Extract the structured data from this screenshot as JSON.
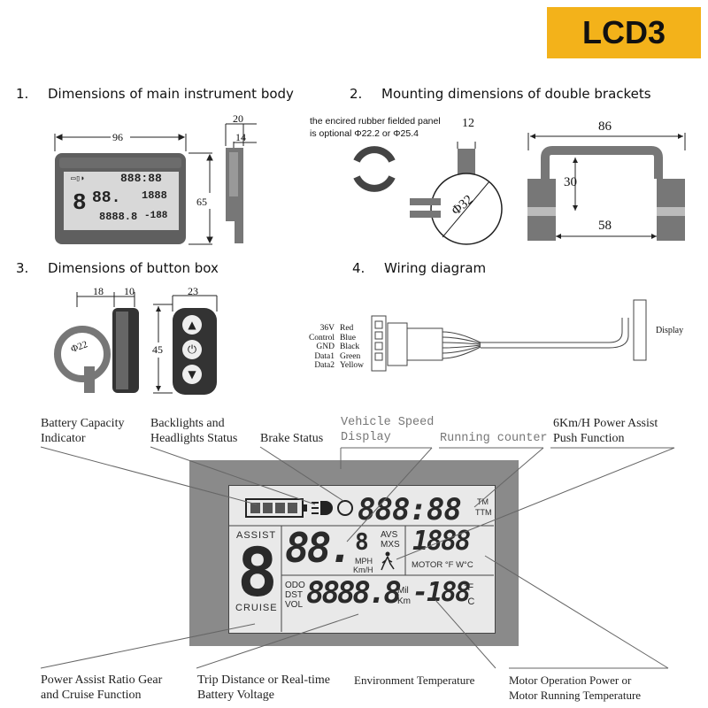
{
  "badge": "LCD3",
  "sections": [
    {
      "num": "1.",
      "title": "Dimensions of main instrument body"
    },
    {
      "num": "2.",
      "title": "Mounting dimensions of double brackets"
    },
    {
      "num": "3.",
      "title": "Dimensions of button box"
    },
    {
      "num": "4.",
      "title": "Wiring diagram"
    }
  ],
  "body_dims": {
    "width": "96",
    "height": "65",
    "depth": "20",
    "depth_inner": "14"
  },
  "bracket": {
    "note_line1": "the encired rubber fielded panel",
    "note_line2": "is optional Φ22.2 or Φ25.4",
    "clamp_width": "12",
    "clamp_dia": "Φ32",
    "top_width": "86",
    "height": "30",
    "bottom_width": "58"
  },
  "button_box": {
    "clamp_width": "18",
    "box_depth": "10",
    "clamp_dia": "Φ22",
    "face_width": "23",
    "height": "45"
  },
  "wiring": {
    "signals": [
      "36V",
      "Control",
      "GND",
      "Data1",
      "Data2"
    ],
    "colors": [
      "Red",
      "Blue",
      "Black",
      "Green",
      "Yellow"
    ],
    "display_label": "Display"
  },
  "lcd": {
    "icons": [
      "battery-indicator",
      "headlight",
      "brake-ring"
    ],
    "clock": "888:88",
    "tm": "TM",
    "ttm": "TTM",
    "assist": "ASSIST",
    "gear": "8",
    "cruise": "CRUISE",
    "speed": "88.",
    "speed_small": "8",
    "avs": "AVS",
    "mxs": "MXS",
    "mph": "MPH",
    "kmh": "Km/H",
    "power": "1888",
    "motor_line": "MOTOR °F W°C",
    "odo": "ODO",
    "dst": "DST",
    "vol": "VOL",
    "distance": "8888.8",
    "mil": "Mil",
    "km": "Km",
    "temp": "-188",
    "deg_f": "°F",
    "deg_c": "°C"
  },
  "small_lcd": {
    "clock": "888:88",
    "gear": "8",
    "speed": "88.",
    "power": "1888",
    "distance": "8888.8",
    "temp": "-188"
  },
  "annotations": {
    "battery": [
      "Battery Capacity",
      "Indicator"
    ],
    "backlights": [
      "Backlights and",
      "Headlights Status"
    ],
    "brake": "Brake Status",
    "speed": [
      "Vehicle Speed",
      "Display"
    ],
    "running": "Running counter",
    "push": [
      "6Km/H Power Assist",
      "Push Function"
    ],
    "assist_gear": [
      "Power Assist Ratio Gear",
      "and Cruise Function"
    ],
    "trip": [
      "Trip Distance or Real-time",
      "Battery Voltage"
    ],
    "env_temp": "Environment Temperature",
    "motor": [
      "Motor Operation Power or",
      "Motor Running Temperature"
    ]
  },
  "colors": {
    "badge": "#f3b21a",
    "lcd_frame": "#8a8a8a",
    "lcd_screen": "#e9e9e9",
    "segment": "#2a2a2a"
  }
}
